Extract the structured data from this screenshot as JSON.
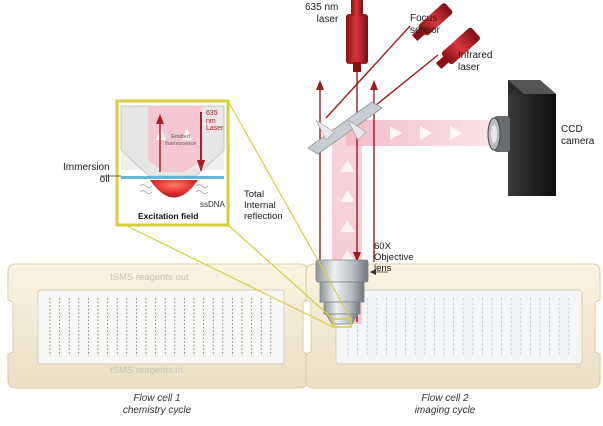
{
  "labels": {
    "laser635": [
      "635 nm",
      "laser"
    ],
    "focus_sensor": [
      "Focus",
      "sensor"
    ],
    "infrared": [
      "Infrared",
      "laser"
    ],
    "ccd": [
      "CCD",
      "camera"
    ],
    "immersion": [
      "Immersion",
      "oil"
    ],
    "tir": [
      "Total",
      "Internal",
      "reflection"
    ],
    "objective": [
      "60X",
      "Objective",
      "lens"
    ]
  },
  "inset": {
    "laser": [
      "635",
      "nm",
      "Laser"
    ],
    "emitted": [
      "Emitted",
      "fluorescence"
    ],
    "ssdna": "ssDNA",
    "excitation": "Excitation field"
  },
  "flow_cell_1": {
    "out": "tSMS reagents out",
    "in": "tSMS reagents in",
    "caption": [
      "Flow cell 1",
      "chemistry cycle"
    ]
  },
  "flow_cell_2": {
    "caption": [
      "Flow cell 2",
      "imaging cycle"
    ]
  },
  "colors": {
    "laser_red": "#b01c22",
    "beam_pink": "#f2b6c2",
    "frame_tan": "#f3ead3",
    "inset_border": "#d8cf3c"
  }
}
